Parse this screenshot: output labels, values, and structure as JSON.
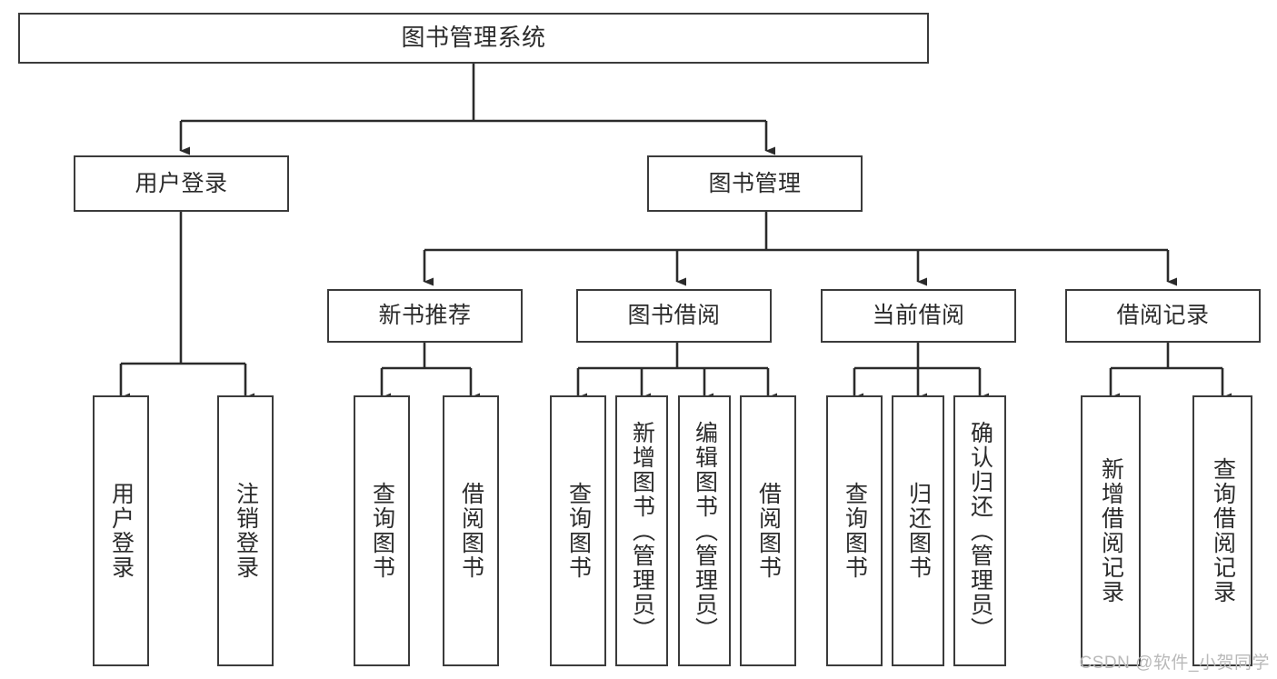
{
  "diagram": {
    "title": "图书管理系统",
    "watermark": "CSDN @软件_小贺同学",
    "colors": {
      "box_border": "#3b3b3b",
      "box_fill": "#ffffff",
      "text": "#2b2b2b",
      "connector": "#2b2b2b",
      "watermark": "#b9b9b9",
      "background": "#ffffff"
    },
    "root": {
      "label": "图书管理系统"
    },
    "level2": [
      {
        "label": "用户登录"
      },
      {
        "label": "图书管理"
      }
    ],
    "level3": [
      {
        "label": "新书推荐"
      },
      {
        "label": "图书借阅"
      },
      {
        "label": "当前借阅"
      },
      {
        "label": "借阅记录"
      }
    ],
    "leaves": {
      "user_login": [
        {
          "label": "用户登录"
        },
        {
          "label": "注销登录"
        }
      ],
      "new_book_recommend": [
        {
          "label": "查询图书"
        },
        {
          "label": "借阅图书"
        }
      ],
      "book_borrow": [
        {
          "label": "查询图书"
        },
        {
          "label": "新增图书（管理员）"
        },
        {
          "label": "编辑图书（管理员）"
        },
        {
          "label": "借阅图书"
        }
      ],
      "current_borrow": [
        {
          "label": "查询图书"
        },
        {
          "label": "归还图书"
        },
        {
          "label": "确认归还（管理员）"
        }
      ],
      "borrow_records": [
        {
          "label": "新增借阅记录"
        },
        {
          "label": "查询借阅记录"
        }
      ]
    }
  }
}
